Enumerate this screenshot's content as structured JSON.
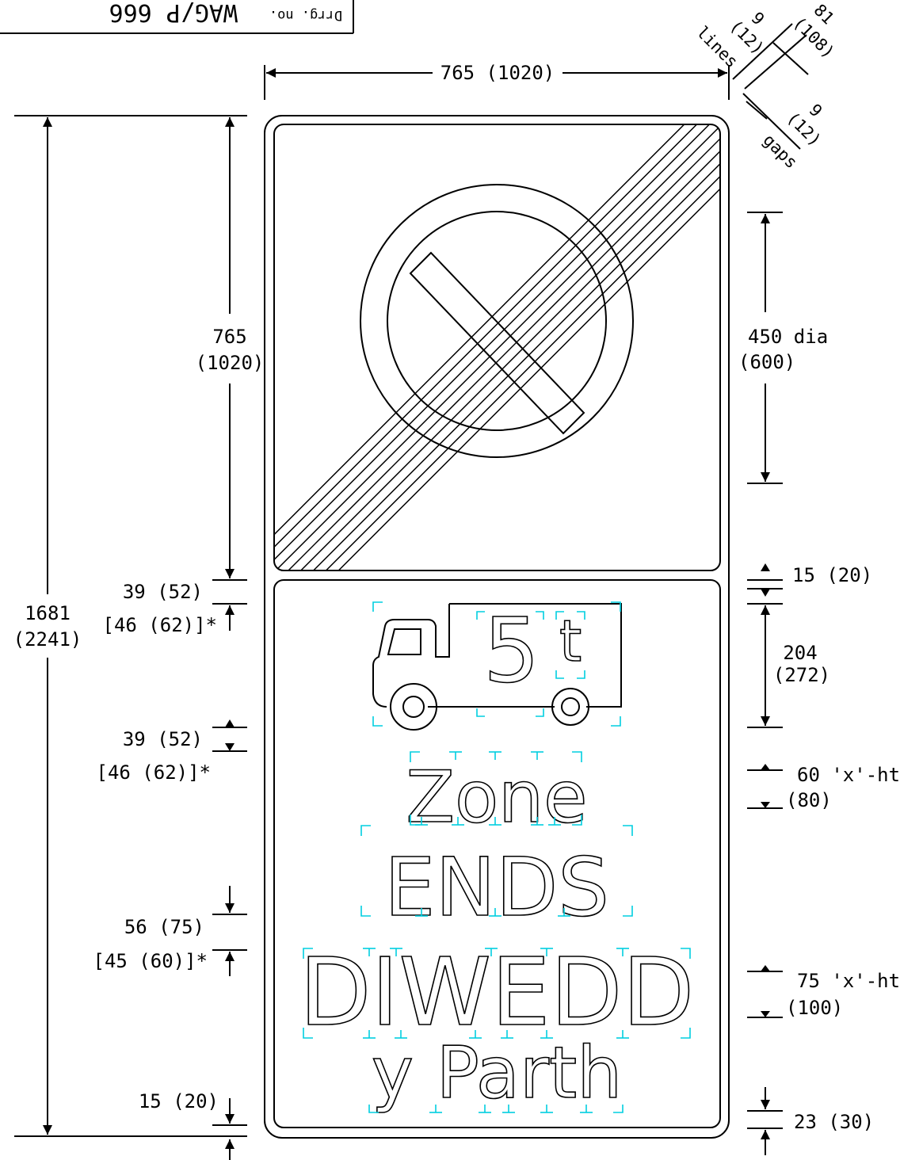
{
  "title_block": {
    "drawing_no_label": "Drrg. no.",
    "drawing_no": "WAG/P 666"
  },
  "dimensions": {
    "width": "765 (1020)",
    "stripe_count_top": "9",
    "stripe_count_top_metric": "(12)",
    "stripe_lines_label": "lines",
    "stripe_band": "81",
    "stripe_band_metric": "(108)",
    "stripe_gaps_count": "9",
    "stripe_gaps_count_metric": "(12)",
    "stripe_gaps_label": "gaps",
    "total_height": "1681",
    "total_height_metric": "(2241)",
    "upper_height": "765",
    "upper_height_metric": "(1020)",
    "roundel_dia": "450 dia",
    "roundel_dia_metric": "(600)",
    "panel_gap": "15 (20)",
    "top_margin_lower": "39 (52)",
    "top_margin_lower_alt": "[46 (62)]*",
    "truck_height": "204",
    "truck_height_metric": "(272)",
    "mid_gap": "39 (52)",
    "mid_gap_alt": "[46 (62)]*",
    "xht_en": "60 'x'-ht.",
    "xht_en_metric": "(80)",
    "lang_gap": "56 (75)",
    "lang_gap_alt": "[45 (60)]*",
    "xht_cy": "75 'x'-ht.",
    "xht_cy_metric": "(100)",
    "bottom_margin": "15 (20)",
    "bottom_margin_right": "23 (30)"
  },
  "sign": {
    "weight_value": "5",
    "weight_unit": "t",
    "line1": "Zone",
    "line2": "ENDS",
    "line3": "DIWEDD",
    "line4": "y Parth"
  },
  "colors": {
    "line": "#000000",
    "guide": "#00cfe0",
    "background": "#ffffff"
  }
}
